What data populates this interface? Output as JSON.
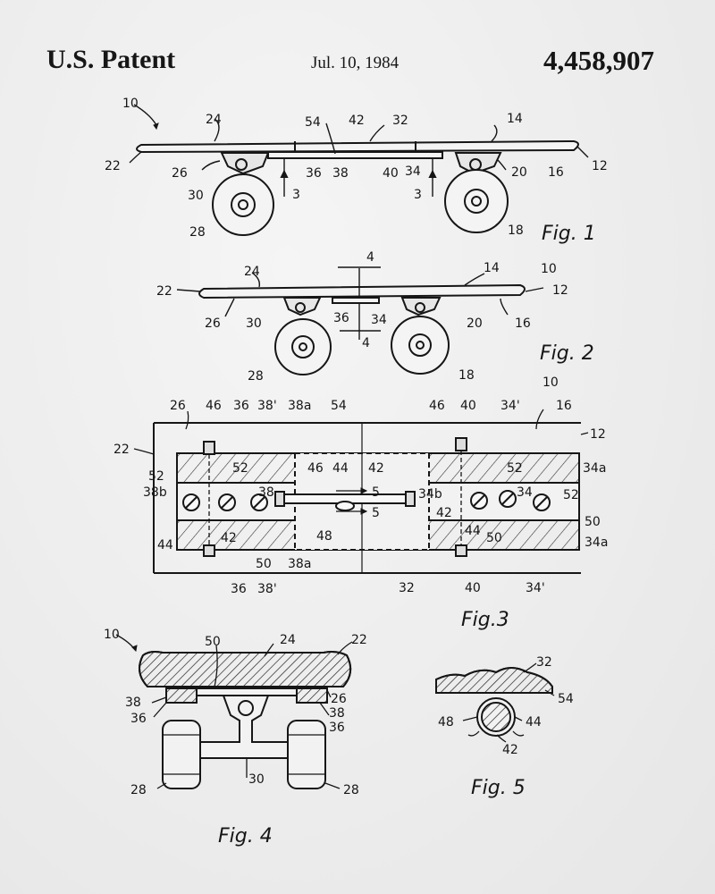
{
  "header": {
    "left": "U.S. Patent",
    "date": "Jul. 10, 1984",
    "number": "4,458,907"
  },
  "figures": {
    "fig1": {
      "caption": "Fig. 1",
      "labels": [
        "10",
        "24",
        "54",
        "42",
        "32",
        "14",
        "22",
        "26",
        "36",
        "38",
        "40",
        "34",
        "20",
        "16",
        "12",
        "30",
        "3",
        "3",
        "28",
        "18"
      ]
    },
    "fig2": {
      "caption": "Fig. 2",
      "labels": [
        "4",
        "24",
        "14",
        "10",
        "22",
        "12",
        "26",
        "30",
        "36",
        "34",
        "20",
        "16",
        "4",
        "28",
        "18"
      ]
    },
    "fig3": {
      "caption": "Fig.3",
      "labels": [
        "10",
        "26",
        "46",
        "36",
        "38'",
        "38a",
        "54",
        "46",
        "40",
        "34'",
        "16",
        "22",
        "12",
        "52",
        "52",
        "46",
        "44",
        "42",
        "52",
        "34a",
        "38b",
        "38",
        "5",
        "34b",
        "34",
        "52",
        "5",
        "42",
        "50",
        "48",
        "44",
        "50",
        "44",
        "42",
        "34a",
        "50",
        "38a",
        "36",
        "38'",
        "32",
        "40",
        "34'"
      ]
    },
    "fig4": {
      "caption": "Fig. 4",
      "labels": [
        "10",
        "50",
        "24",
        "22",
        "38",
        "36",
        "26",
        "38",
        "36",
        "30",
        "28",
        "28"
      ]
    },
    "fig5": {
      "caption": "Fig. 5",
      "labels": [
        "32",
        "54",
        "48",
        "44",
        "42"
      ]
    }
  }
}
